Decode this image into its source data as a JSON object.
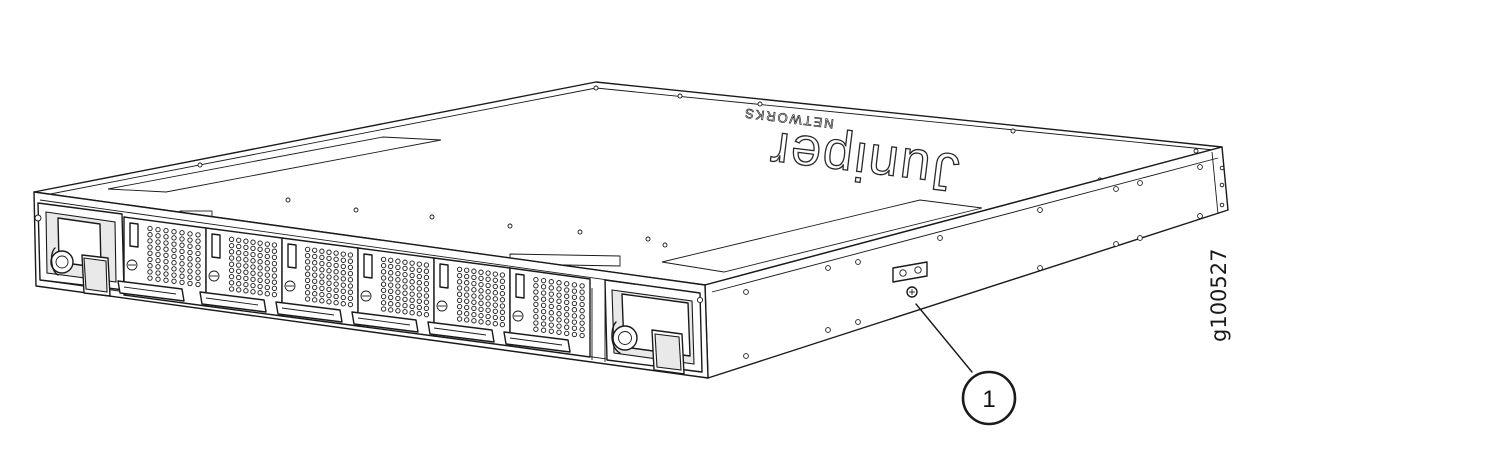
{
  "figure": {
    "figure_id": "g100527",
    "logo_text": "Juniper",
    "logo_subtext": "NETWORKS"
  },
  "callouts": [
    {
      "number": "1"
    }
  ]
}
